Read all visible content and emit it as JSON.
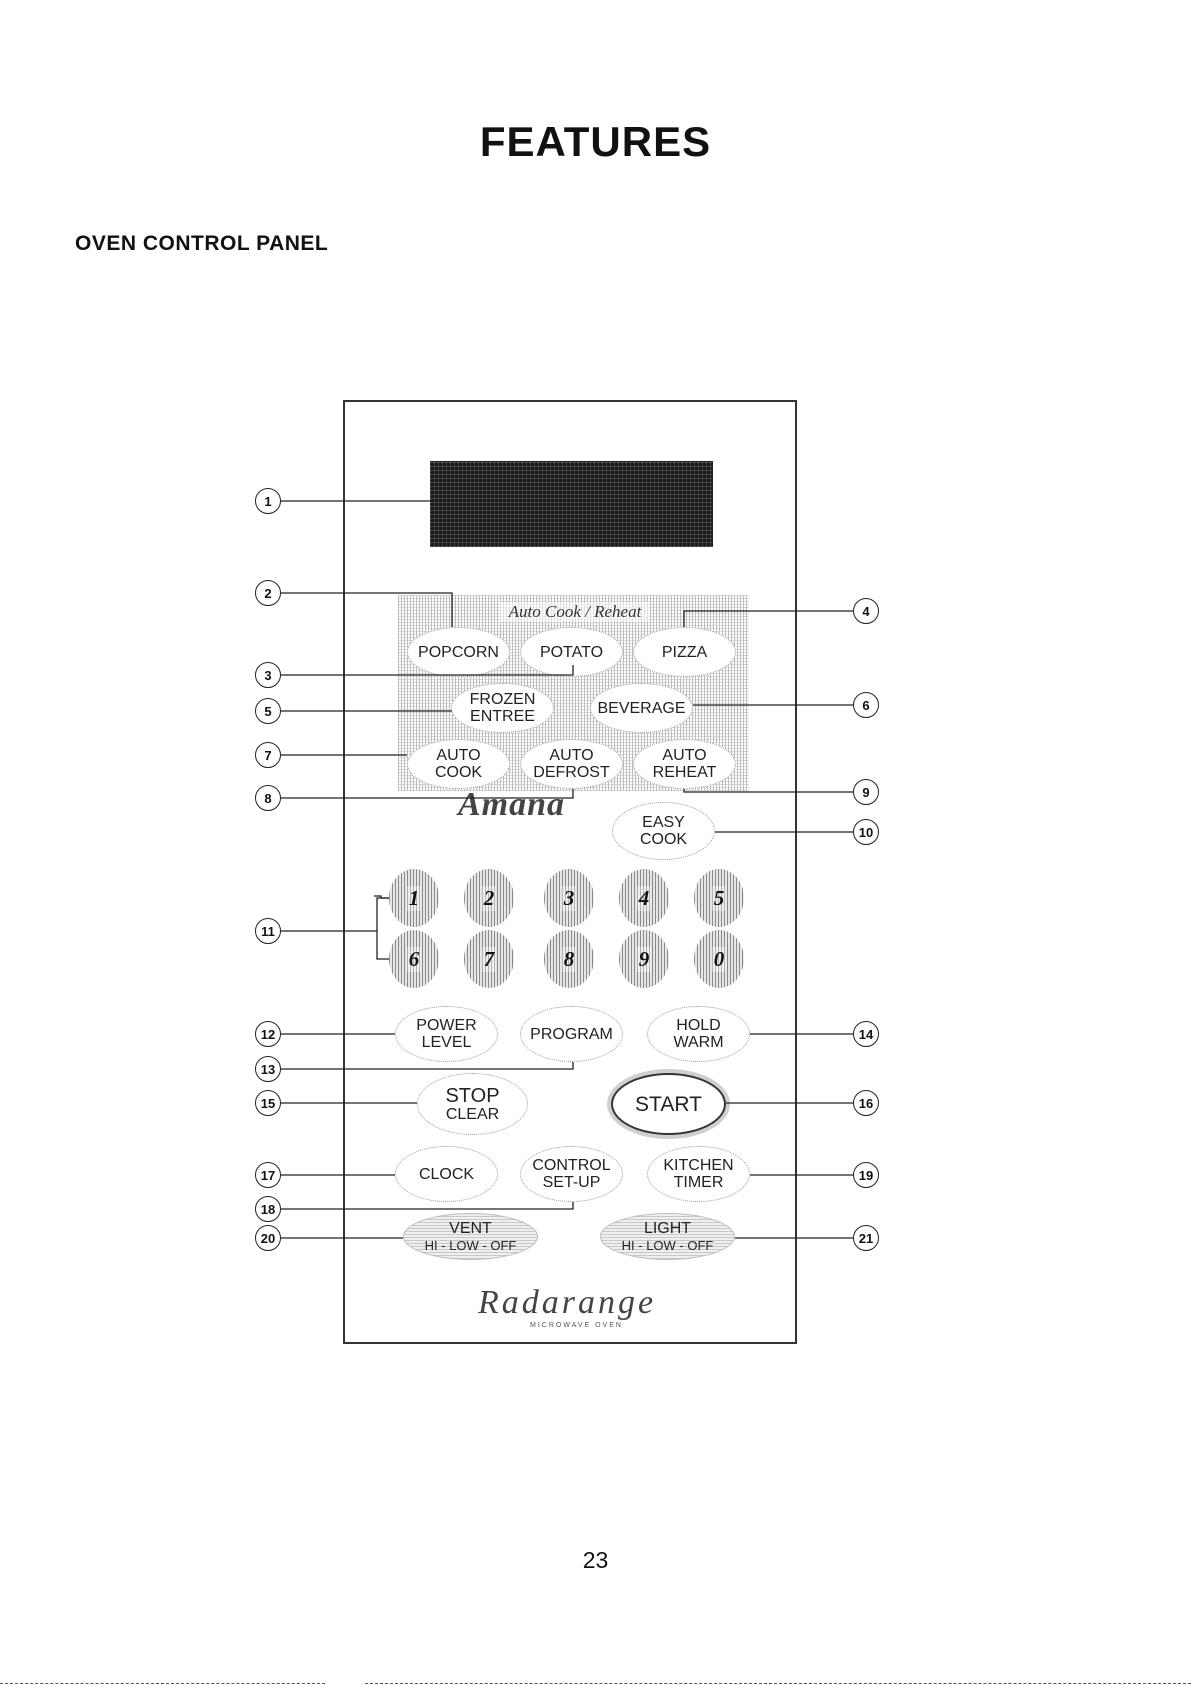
{
  "page": {
    "title": "FEATURES",
    "section": "OVEN CONTROL PANEL",
    "page_number": "23"
  },
  "panel": {
    "auto_cook_label": "Auto Cook / Reheat",
    "brand": "Amana",
    "sub_brand": "Radarange",
    "sub_brand_small": "MICROWAVE OVEN",
    "buttons": {
      "popcorn": "POPCORN",
      "potato": "POTATO",
      "pizza": "PIZZA",
      "frozen_1": "FROZEN",
      "frozen_2": "ENTREE",
      "beverage": "BEVERAGE",
      "auto_cook_1": "AUTO",
      "auto_cook_2": "COOK",
      "auto_defrost_1": "AUTO",
      "auto_defrost_2": "DEFROST",
      "auto_reheat_1": "AUTO",
      "auto_reheat_2": "REHEAT",
      "easy_cook_1": "EASY",
      "easy_cook_2": "COOK",
      "power_1": "POWER",
      "power_2": "LEVEL",
      "program": "PROGRAM",
      "hold_1": "HOLD",
      "hold_2": "WARM",
      "stop_1": "STOP",
      "stop_2": "CLEAR",
      "start": "START",
      "clock": "CLOCK",
      "control_1": "CONTROL",
      "control_2": "SET-UP",
      "kitchen_1": "KITCHEN",
      "kitchen_2": "TIMER",
      "vent_1": "VENT",
      "vent_2": "HI - LOW - OFF",
      "light_1": "LIGHT",
      "light_2": "HI - LOW - OFF"
    },
    "number_keys": [
      "1",
      "2",
      "3",
      "4",
      "5",
      "6",
      "7",
      "8",
      "9",
      "0"
    ]
  },
  "callouts": [
    "1",
    "2",
    "3",
    "4",
    "5",
    "6",
    "7",
    "8",
    "9",
    "10",
    "11",
    "12",
    "13",
    "14",
    "15",
    "16",
    "17",
    "18",
    "19",
    "20",
    "21"
  ]
}
